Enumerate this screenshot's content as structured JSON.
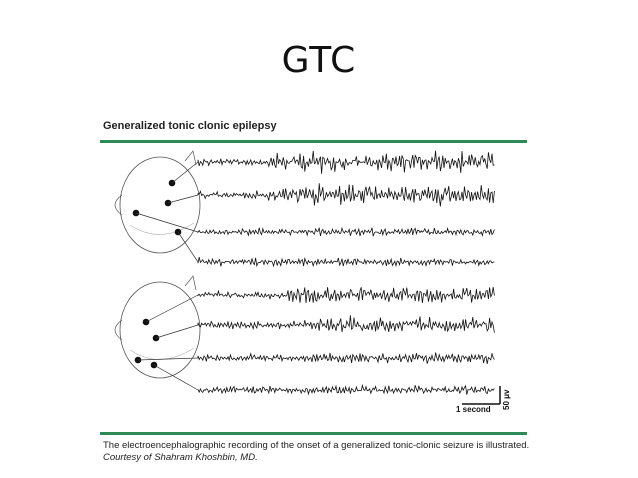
{
  "slide": {
    "title": "GTC"
  },
  "figure": {
    "heading": "Generalized tonic clonic epilepsy",
    "rule_color": "#2e8b57",
    "scale_time_label": "1 second",
    "scale_voltage_label": "50 μv",
    "caption_text": "The electroencephalographic recording of the onset of a generalized tonic-clonic seizure is illustrated. ",
    "caption_credit": "Courtesy of Shahram Khoshbin, MD."
  },
  "eeg": {
    "channel_count": 8,
    "head_diagrams": 2,
    "electrodes_per_head": 4
  }
}
